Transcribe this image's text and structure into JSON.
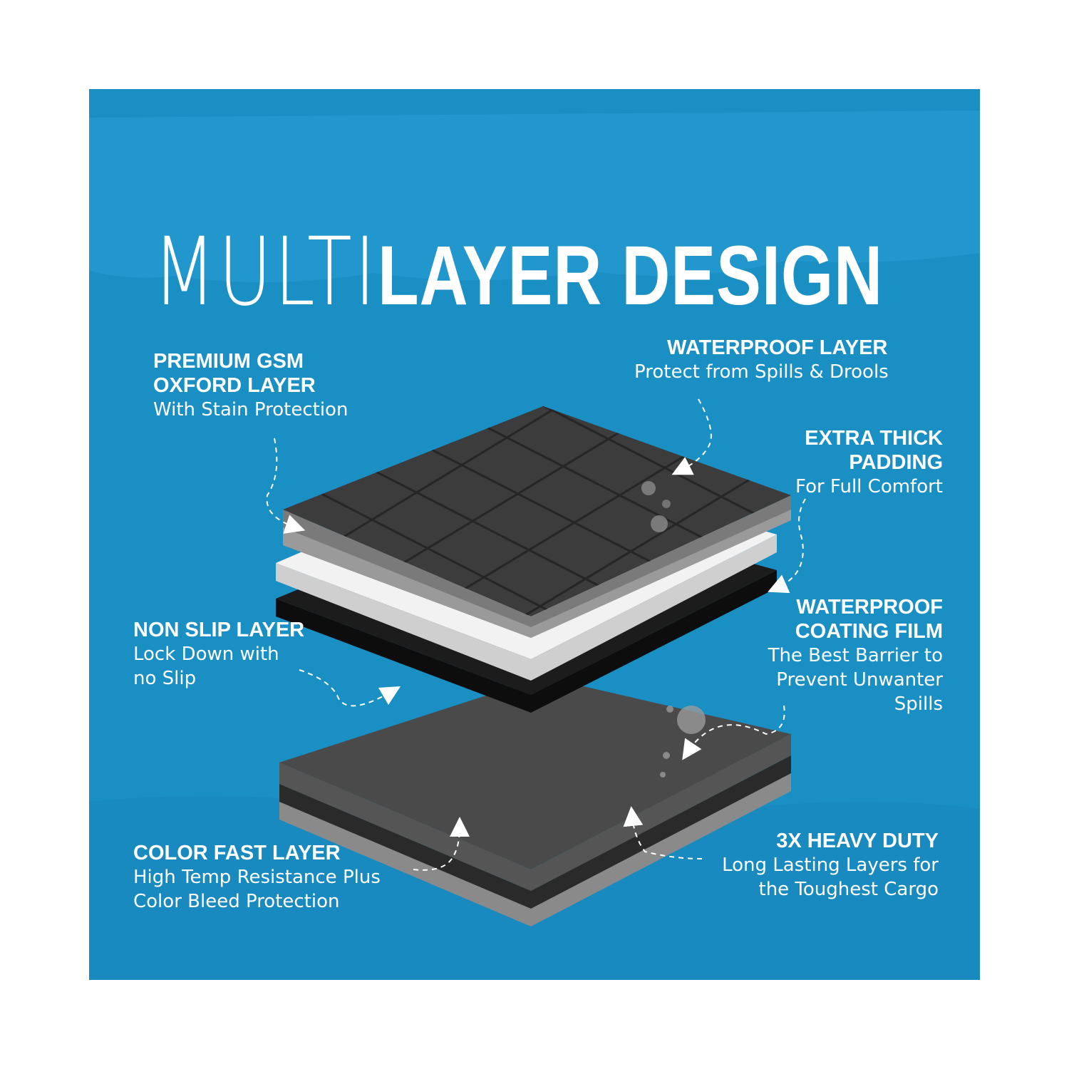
{
  "title": {
    "thin": "MULTI",
    "bold": "LAYER DESIGN"
  },
  "colors": {
    "panel": "#1a8fc4",
    "text": "#ffffff",
    "top_layer": "#3c3c3c",
    "padding": "#e8e8e8",
    "film": "#1a1a1a",
    "base": "#454545"
  },
  "labels": {
    "premium": {
      "head1": "PREMIUM GSM",
      "head2": "OXFORD LAYER",
      "sub1": "With Stain Protection"
    },
    "waterproof": {
      "head1": "WATERPROOF LAYER",
      "sub1": "Protect from Spills & Drools"
    },
    "padding": {
      "head1": "EXTRA THICK",
      "head2": "PADDING",
      "sub1": "For Full Comfort"
    },
    "nonslip": {
      "head1": "NON SLIP LAYER",
      "sub1": "Lock Down with",
      "sub2": "no Slip"
    },
    "coating": {
      "head1": "WATERPROOF",
      "head2": "COATING FILM",
      "sub1": "The Best Barrier to",
      "sub2": "Prevent Unwanter",
      "sub3": "Spills"
    },
    "colorfast": {
      "head1": "COLOR FAST LAYER",
      "sub1": "High Temp Resistance Plus",
      "sub2": "Color Bleed Protection"
    },
    "heavyduty": {
      "head1": "3X HEAVY DUTY",
      "sub1": "Long Lasting Layers for",
      "sub2": "the Toughest Cargo"
    }
  }
}
